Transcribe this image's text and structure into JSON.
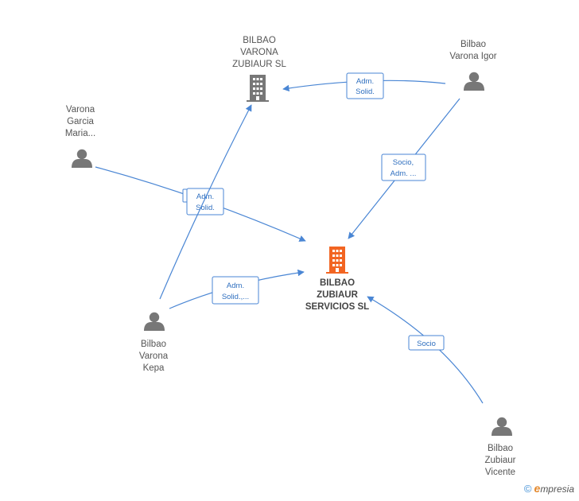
{
  "colors": {
    "edge": "#4a86d4",
    "person": "#777777",
    "company": "#777777",
    "focus_company": "#f26522"
  },
  "nodes": [
    {
      "id": "bilbao-zubiaur-servicios",
      "kind": "company",
      "focus": true,
      "lines": [
        "BILBAO",
        "ZUBIAUR",
        "SERVICIOS SL"
      ]
    },
    {
      "id": "bilbao-varona-zubiaur",
      "kind": "company",
      "focus": false,
      "lines": [
        "BILBAO",
        "VARONA",
        "ZUBIAUR  SL"
      ]
    },
    {
      "id": "bilbao-varona-igor",
      "kind": "person",
      "lines": [
        "Bilbao",
        "Varona Igor"
      ]
    },
    {
      "id": "varona-garcia-maria",
      "kind": "person",
      "lines": [
        "Varona",
        "Garcia",
        "Maria..."
      ]
    },
    {
      "id": "bilbao-varona-kepa",
      "kind": "person",
      "lines": [
        "Bilbao",
        "Varona",
        "Kepa"
      ]
    },
    {
      "id": "bilbao-zubiaur-vicente",
      "kind": "person",
      "lines": [
        "Bilbao",
        "Zubiaur",
        "Vicente"
      ]
    }
  ],
  "edges": [
    {
      "id": "igor-to-bvz",
      "lines": [
        "Adm.",
        "Solid."
      ]
    },
    {
      "id": "igor-to-bzs",
      "lines": [
        "Socio,",
        "Adm. ..."
      ]
    },
    {
      "id": "maria-to-bzs",
      "lines": [
        "Adm.",
        "Solid."
      ]
    },
    {
      "id": "kepa-to-bvz",
      "lines": []
    },
    {
      "id": "kepa-to-bzs",
      "lines": [
        "Adm.",
        "Solid.,..."
      ]
    },
    {
      "id": "vicente-to-bzs",
      "lines": [
        "Socio"
      ]
    }
  ],
  "footer": {
    "copyright": "©",
    "brand_initial": "e",
    "brand_rest": "mpresia"
  }
}
